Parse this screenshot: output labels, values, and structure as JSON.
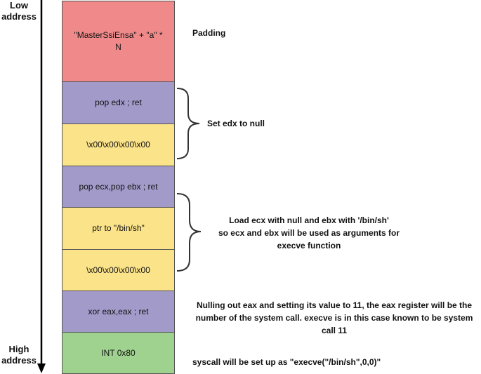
{
  "labels": {
    "low_address": "Low\naddress",
    "high_address": "High\naddress"
  },
  "stack": [
    {
      "text": "\"MasterSsiEnsa\" + \"a\" *\nN",
      "color": "#f08a8a"
    },
    {
      "text": "pop edx ; ret",
      "color": "#a29ac9"
    },
    {
      "text": "\\x00\\x00\\x00\\x00",
      "color": "#fbe38a"
    },
    {
      "text": "pop ecx,pop ebx ; ret",
      "color": "#a29ac9"
    },
    {
      "text": "ptr to \"/bin/sh\"",
      "color": "#fbe38a"
    },
    {
      "text": "\\x00\\x00\\x00\\x00",
      "color": "#fbe38a"
    },
    {
      "text": "xor eax,eax ; ret",
      "color": "#a29ac9"
    },
    {
      "text": "INT 0x80",
      "color": "#9fd28f"
    }
  ],
  "annotations": {
    "padding": "Padding",
    "set_edx": "Set edx to null",
    "load_ecx_ebx": "Load ecx with null and ebx with '/bin/sh'\nso ecx and ebx will be used as arguments for\nexecve function",
    "nulling_eax": "Nulling out eax and setting its value to 11, the eax register will be the\nnumber of the system call. execve is in this case known to be system\ncall 11",
    "syscall": "syscall will be set up as \"execve(\"/bin/sh\",0,0)\""
  }
}
